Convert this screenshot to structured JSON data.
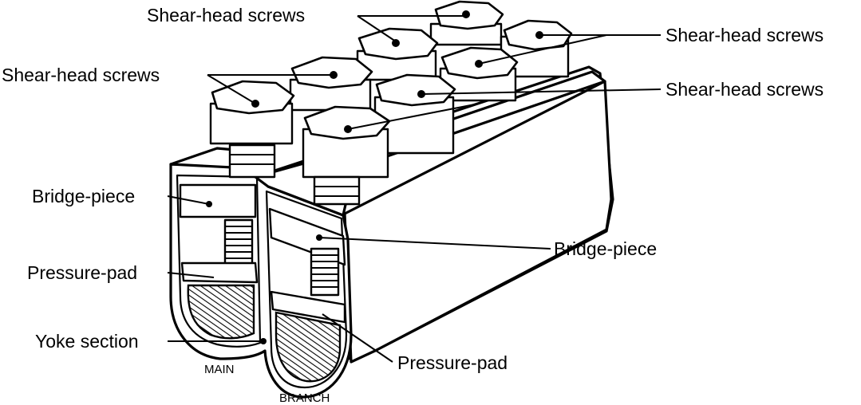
{
  "labels": {
    "shear_head_screws_top": "Shear-head screws",
    "shear_head_screws_right_upper": "Shear-head screws",
    "shear_head_screws_left": "Shear-head screws",
    "shear_head_screws_right_lower": "Shear-head screws",
    "bridge_piece_left": "Bridge-piece",
    "bridge_piece_right": "Bridge-piece",
    "pressure_pad_left": "Pressure-pad",
    "pressure_pad_right": "Pressure-pad",
    "yoke_section": "Yoke section",
    "main": "MAIN",
    "branch": "BRANCH"
  }
}
